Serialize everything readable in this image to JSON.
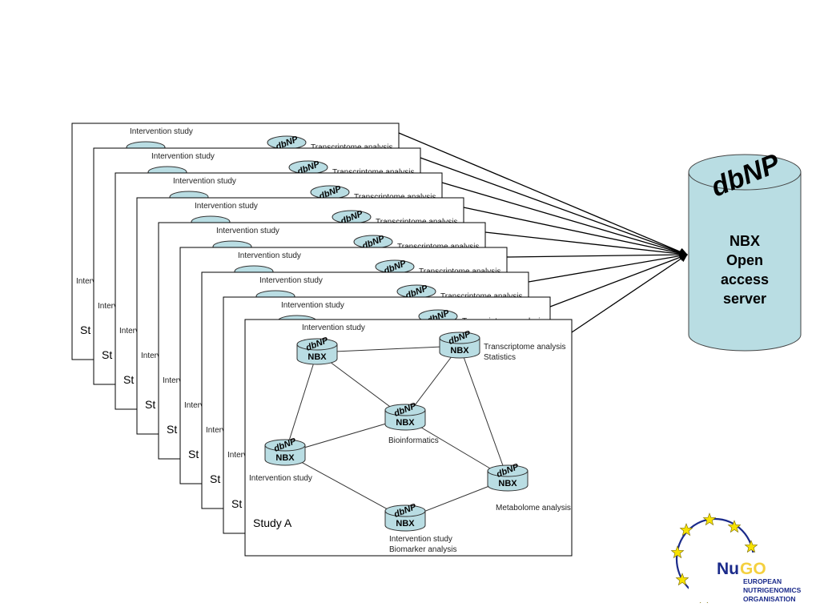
{
  "server": {
    "logo": "dbNP",
    "lines": [
      "NBX",
      "Open",
      "access",
      "server"
    ]
  },
  "stack": {
    "labels": [
      "St",
      "St",
      "St",
      "St",
      "St",
      "St",
      "St",
      "St"
    ],
    "header": "Intervention study",
    "side": "Interv",
    "right": "Transcriptome analysis"
  },
  "front": {
    "title": "Study A",
    "header": "Intervention study",
    "node_label": "NBX",
    "node_logo": "dbNP",
    "labels": {
      "ts1": "Transcriptome analysis",
      "ts2": "Statistics",
      "bio": "Bioinformatics",
      "iv": "Intervention study",
      "meta": "Metabolome analysis",
      "bm1": "Intervention study",
      "bm2": "Biomarker analysis"
    }
  },
  "nugo": {
    "nu": "Nu",
    "go": "GO",
    "l1": "EUROPEAN",
    "l2": "NUTRIGENOMICS",
    "l3": "ORGANISATION"
  }
}
